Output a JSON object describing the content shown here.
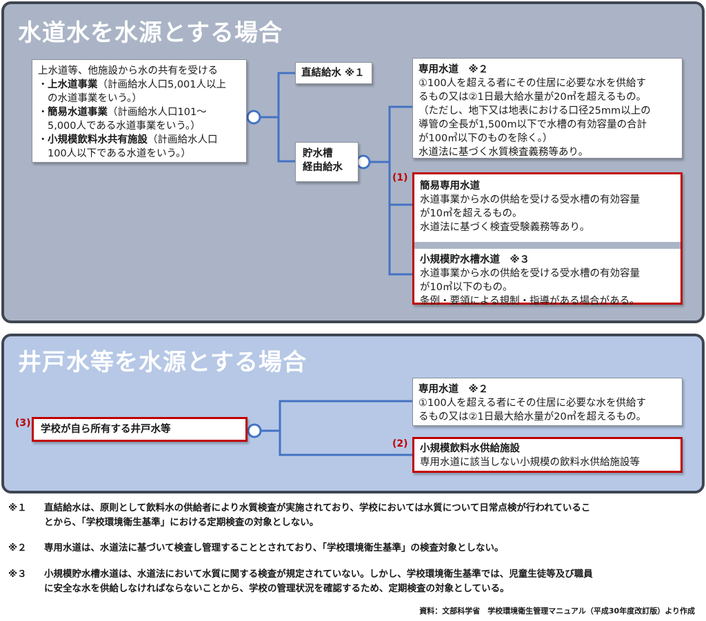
{
  "section1": {
    "title": "水道水を水源とする場合",
    "source_box": {
      "intro": "上水道等、他施設から水の共有を受ける",
      "items": [
        {
          "name": "上水道事業",
          "desc1": "（計画給水人口5,001人以上",
          "desc2": "の水道事業をいう。）"
        },
        {
          "name": "簡易水道事業",
          "desc1": "（計画給水人口101～",
          "desc2": "5,000人である水道事業をいう。）"
        },
        {
          "name": "小規模飲料水共有施設",
          "desc1": "（計画給水人口",
          "desc2": "100人以下である水道をいう。）"
        }
      ],
      "bullet": "・"
    },
    "direct_box": "直結給水 ※１",
    "tank_box": {
      "line1": "貯水槽",
      "line2": "経由給水"
    },
    "senyo_box": {
      "title": "専用水道　※２",
      "lines": [
        "①100人を超える者にその住居に必要な水を供給す",
        "るもの又は②1日最大給水量が20㎥を超えるもの。",
        "（ただし、地下又は地表における口径25mm以上の",
        "導管の全長が1,500m以下で水槽の有効容量の合計",
        "が100㎥以下のものを除く。）",
        "水道法に基づく水質検査義務等あり。"
      ]
    },
    "marker1": "(1)",
    "kan_box": {
      "title": "簡易専用水道",
      "lines": [
        "水道事業から水の供給を受ける受水槽の有効容量",
        "が10㎥を超えるもの。",
        "水道法に基づく検査受験義務等あり。"
      ]
    },
    "sho_box": {
      "title": "小規模貯水槽水道　※３",
      "lines": [
        "水道事業から水の供給を受ける受水槽の有効容量",
        "が10㎥以下のもの。",
        "条例・要領による規制・指導がある場合がある。"
      ]
    }
  },
  "section2": {
    "title": "井戸水等を水源とする場合",
    "marker3": "(3)",
    "school_box": "学校が自ら所有する井戸水等",
    "senyo_box": {
      "title": "専用水道　※２",
      "lines": [
        "①100人を超える者にその住居に必要な水を供給す",
        "るもの又は②1日最大給水量が20㎥を超えるもの。"
      ]
    },
    "marker2": "(2)",
    "small_box": {
      "title": "小規模飲料水供給施設",
      "lines": [
        "専用水道に該当しない小規模の飲料水供給施設等"
      ]
    }
  },
  "notes": [
    {
      "mark": "※１",
      "lines": [
        "直結給水は、原則として飲料水の供給者により水質検査が実施されており、学校においては水質について日常点検が行われているこ",
        "とから、「学校環境衛生基準」における定期検査の対象としない。"
      ]
    },
    {
      "mark": "※２",
      "lines": [
        "専用水道は、水道法に基づいて検査し管理することとされており、「学校環境衛生基準」の検査対象としない。"
      ]
    },
    {
      "mark": "※３",
      "lines": [
        "小規模貯水槽水道は、水道法において水質に関する検査が規定されていない。しかし、学校環境衛生基準では、児童生徒等及び職員",
        "に安全な水を供給しなければならないことから、学校の管理状況を確認するため、定期検査の対象としている。"
      ]
    }
  ],
  "source": "資料：文部科学省　学校環境衛生管理マニュアル（平成30年度改訂版）より作成",
  "colors": {
    "connector": "#4472c4",
    "highlight": "#c00000",
    "panel1": "#aab4c6",
    "panel2": "#b6c8e6"
  }
}
